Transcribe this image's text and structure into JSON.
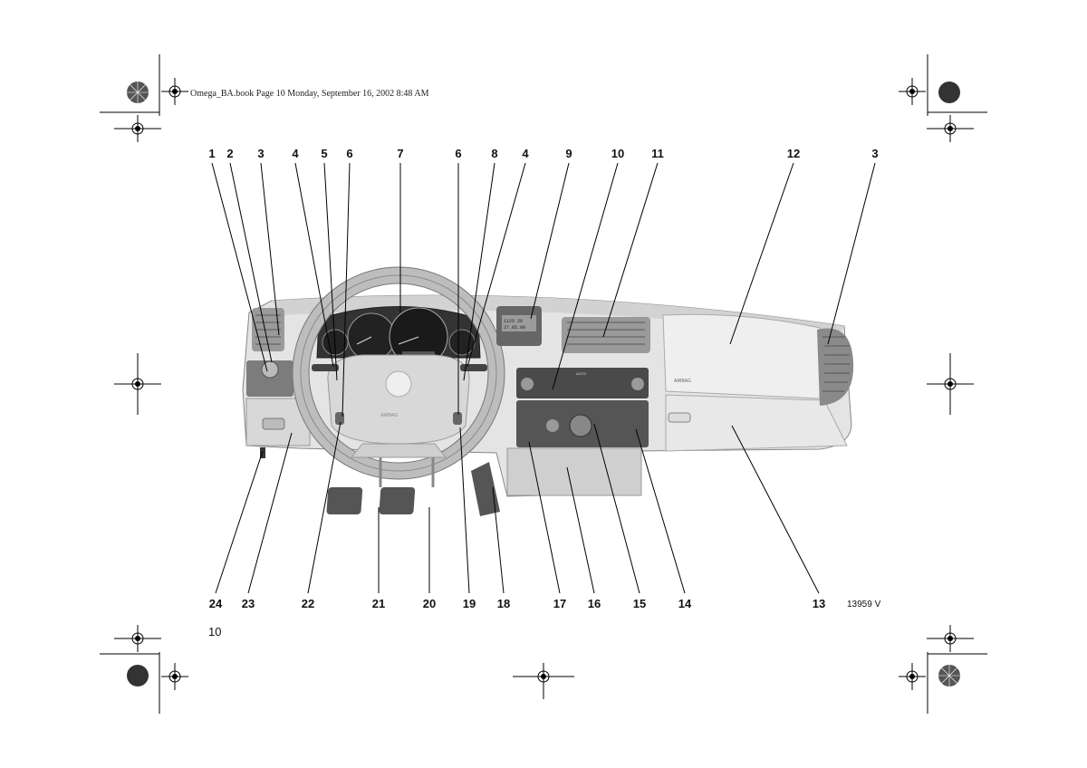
{
  "header": {
    "text": "Omega_BA.book  Page 10  Monday, September 16, 2002  8:48 AM"
  },
  "page_number": "10",
  "figure_code": "13959 V",
  "callouts_top": [
    "1",
    "2",
    "3",
    "4",
    "5",
    "6",
    "7",
    "6",
    "8",
    "4",
    "9",
    "10",
    "11",
    "12",
    "3"
  ],
  "callouts_bottom": [
    "24",
    "23",
    "22",
    "21",
    "20",
    "19",
    "18",
    "17",
    "16",
    "15",
    "14",
    "13"
  ],
  "dashboard_labels": {
    "airbag_glovebox": "AIRBAG",
    "airbag_wheel": "AIRBAG",
    "climate_auto": "AUTO"
  },
  "clock_display": {
    "line1": "1125 20",
    "line2": "27.05.99"
  }
}
